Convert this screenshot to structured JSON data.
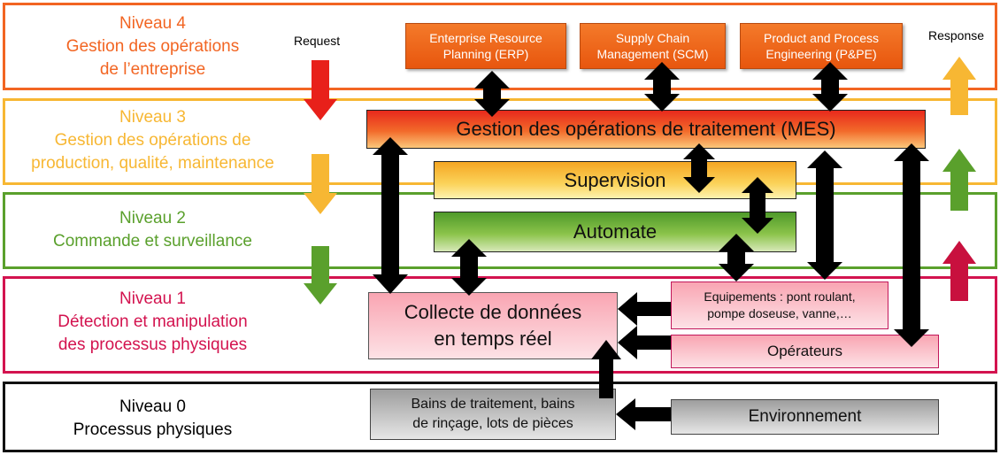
{
  "levels": [
    {
      "title": "Niveau 4",
      "lines": [
        "Gestion des opérations",
        "de l’entreprise"
      ],
      "color": "#f26522"
    },
    {
      "title": "Niveau 3",
      "lines": [
        "Gestion des opérations de",
        "production, qualité, maintenance"
      ],
      "color": "#f7b733"
    },
    {
      "title": "Niveau 2",
      "lines": [
        "Commande et surveillance"
      ],
      "color": "#5aa02c"
    },
    {
      "title": "Niveau 1",
      "lines": [
        "Détection et manipulation",
        "des processus physiques"
      ],
      "color": "#d3134f"
    },
    {
      "title": "Niveau 0",
      "lines": [
        "Processus physiques"
      ],
      "color": "#000000"
    }
  ],
  "labels": {
    "request": "Request",
    "response": "Response"
  },
  "systems": {
    "erp": [
      "Enterprise Resource",
      "Planning (ERP)"
    ],
    "scm": [
      "Supply Chain",
      "Management (SCM)"
    ],
    "ppe": [
      "Product and Process",
      "Engineering (P&PE)"
    ]
  },
  "blocks": {
    "mes": "Gestion des opérations de traitement (MES)",
    "supervision": "Supervision",
    "automate": "Automate",
    "collecte": [
      "Collecte de données",
      "en temps réel"
    ],
    "equipements": [
      "Equipements : pont roulant,",
      "pompe doseuse, vanne,…"
    ],
    "operateurs": "Opérateurs",
    "bains": [
      "Bains de traitement, bains",
      "de rinçage, lots de pièces"
    ],
    "environnement": "Environnement"
  }
}
